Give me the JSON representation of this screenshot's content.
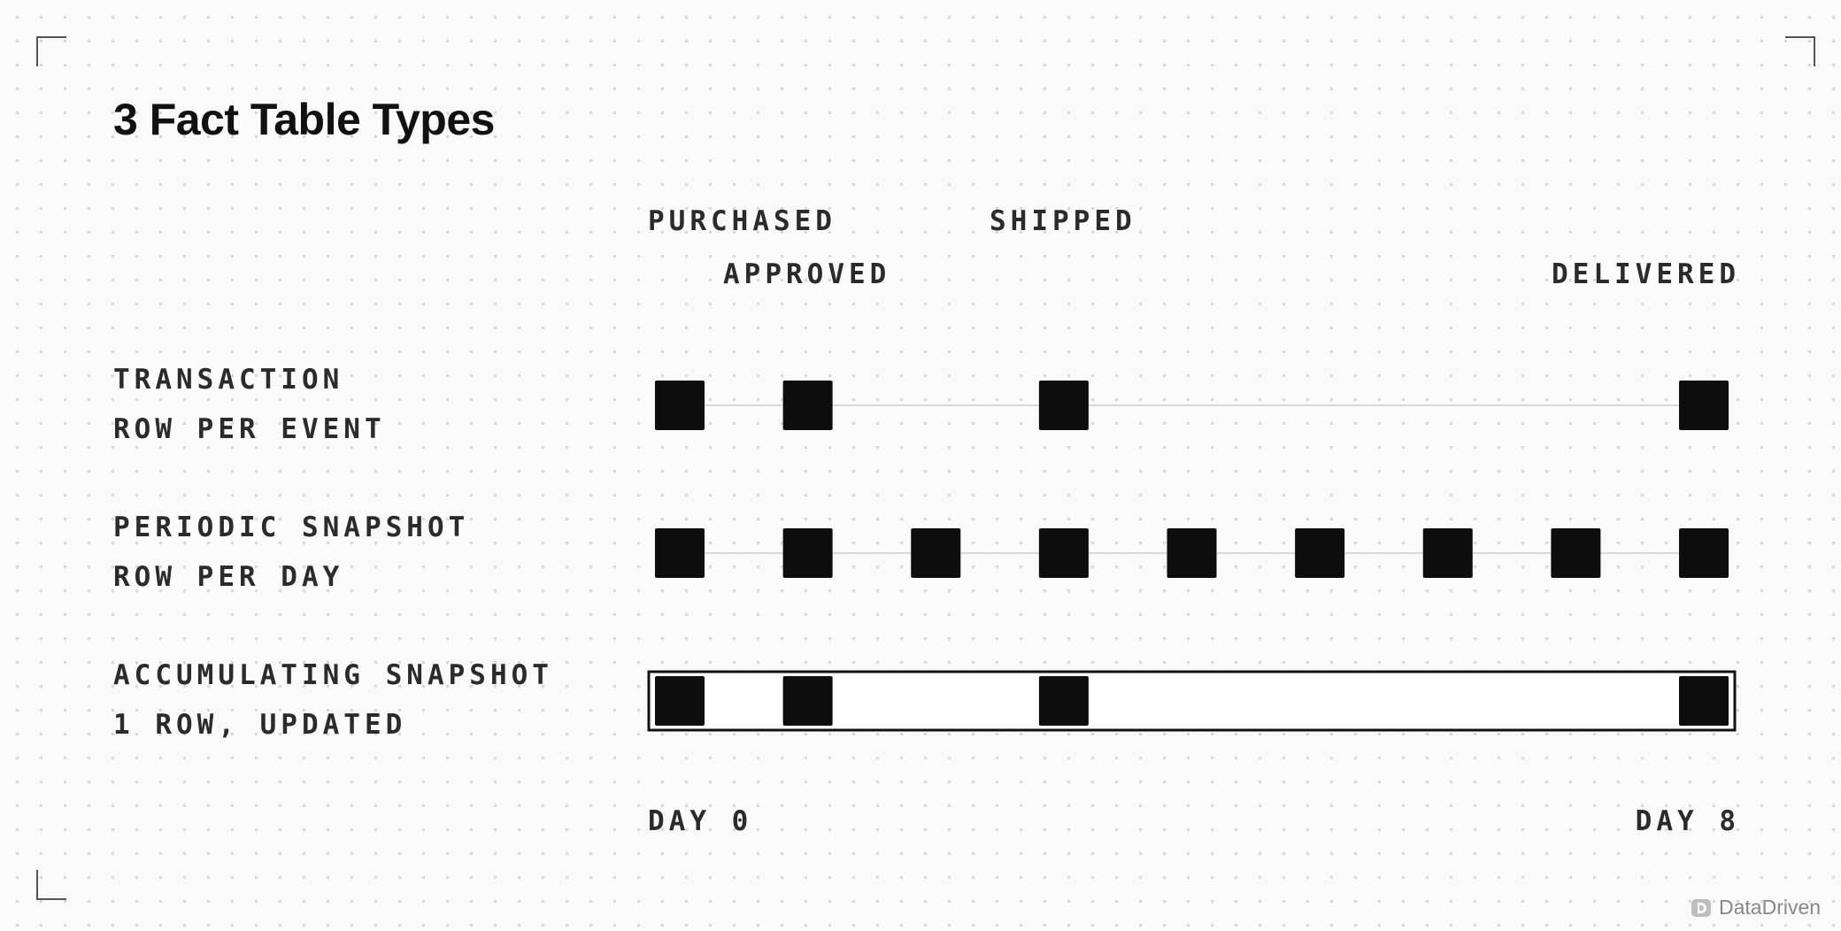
{
  "title": "3 Fact Table Types",
  "event_labels": {
    "purchased": "PURCHASED",
    "approved": "APPROVED",
    "shipped": "SHIPPED",
    "delivered": "DELIVERED"
  },
  "rows": [
    {
      "name": "TRANSACTION",
      "desc": "ROW PER EVENT"
    },
    {
      "name": "PERIODIC SNAPSHOT",
      "desc": "ROW PER DAY"
    },
    {
      "name": "ACCUMULATING SNAPSHOT",
      "desc": "1 ROW, UPDATED"
    }
  ],
  "axis": {
    "start_label": "DAY 0",
    "end_label": "DAY 8",
    "min_day": 0,
    "max_day": 8
  },
  "chart_data": {
    "type": "timeline",
    "events": [
      {
        "name": "PURCHASED",
        "day": 0
      },
      {
        "name": "APPROVED",
        "day": 1
      },
      {
        "name": "SHIPPED",
        "day": 3
      },
      {
        "name": "DELIVERED",
        "day": 8
      }
    ],
    "series": [
      {
        "name": "TRANSACTION",
        "days": [
          0,
          1,
          3,
          8
        ]
      },
      {
        "name": "PERIODIC SNAPSHOT",
        "days": [
          0,
          1,
          2,
          3,
          4,
          5,
          6,
          7,
          8
        ]
      },
      {
        "name": "ACCUMULATING SNAPSHOT",
        "days": [
          0,
          1,
          3,
          8
        ],
        "single_row": true
      }
    ]
  },
  "colors": {
    "marker": "#0d0d0d",
    "track": "#d9d9d9",
    "text": "#2b2b2b",
    "title": "#111111"
  },
  "brand": {
    "name": "DataDriven"
  }
}
